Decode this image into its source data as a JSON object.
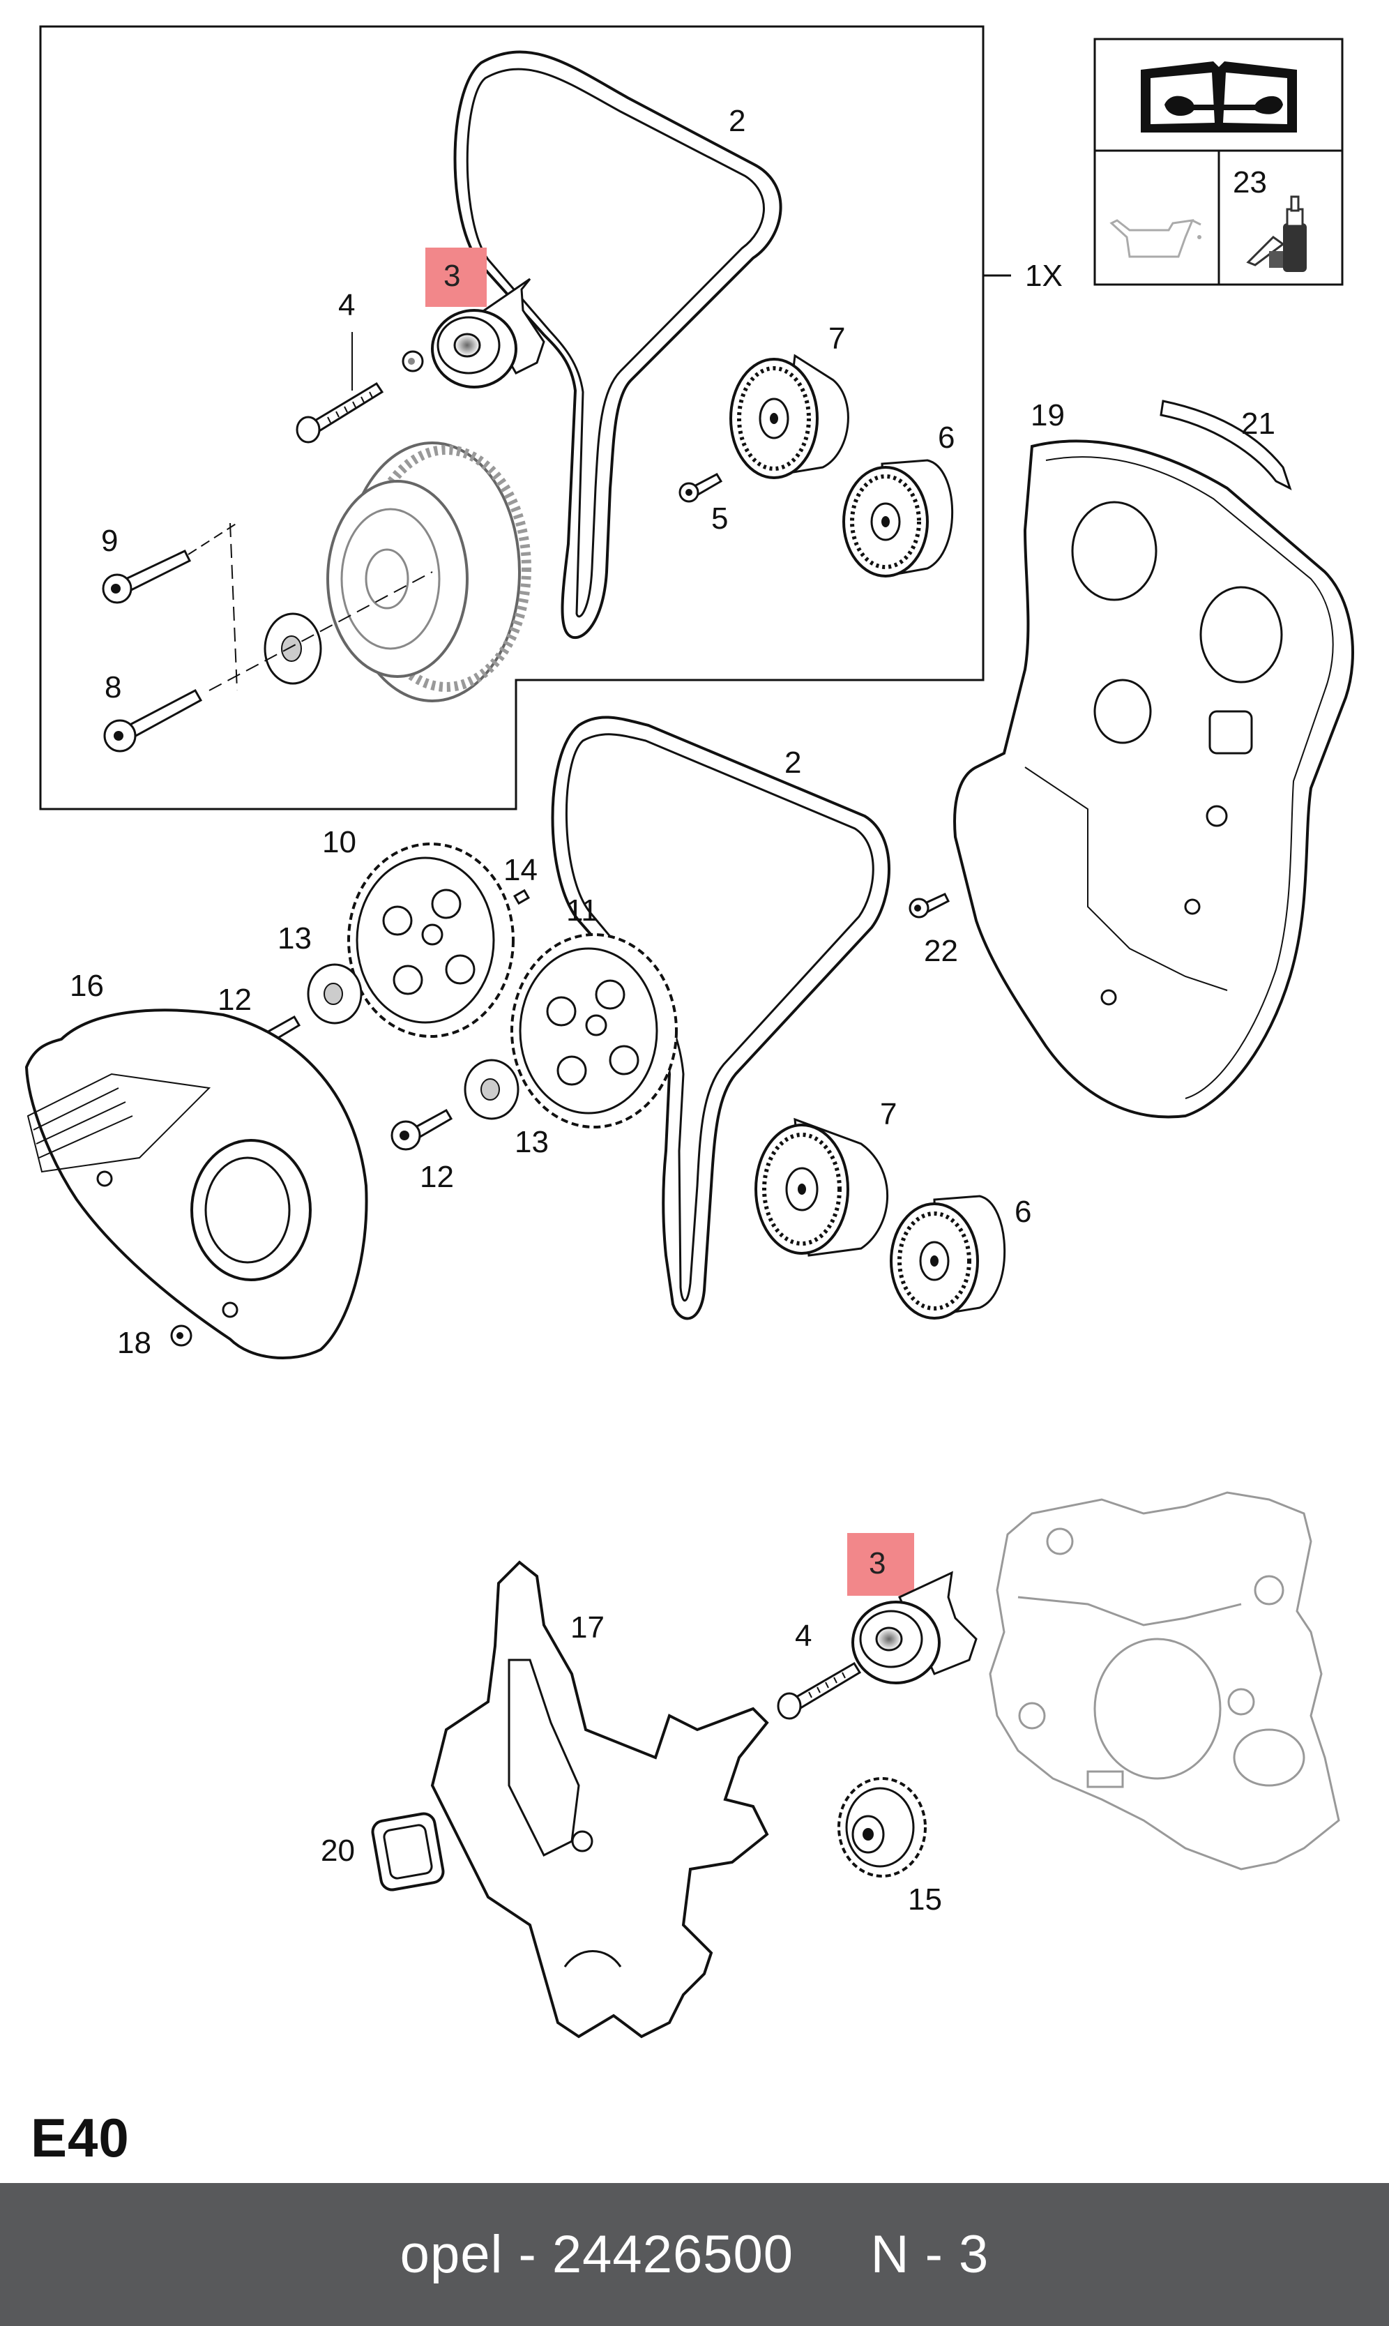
{
  "diagram": {
    "section_code": "E40",
    "kit_quantity": "1X",
    "tool_callout": "23",
    "callouts": {
      "belt_top": "2",
      "tensioner_top": "3",
      "washer_top": "4",
      "bolt_5": "5",
      "idler_6_top": "6",
      "idler_7_top": "7",
      "bolt_8": "8",
      "bolt_9": "9",
      "belt_mid": "2",
      "sprocket_10": "10",
      "sprocket_11": "11",
      "bolt_12_a": "12",
      "bolt_12_b": "12",
      "washer_13_a": "13",
      "washer_13_b": "13",
      "dowel_14": "14",
      "cover_16": "16",
      "bolt_18": "18",
      "cover_19": "19",
      "seal_21": "21",
      "bolt_22": "22",
      "idler_7_mid": "7",
      "idler_6_mid": "6",
      "cover_17": "17",
      "tensioner_bottom": "3",
      "bolt_4_bottom": "4",
      "seal_20": "20",
      "sprocket_15": "15"
    },
    "highlight_color": "#f2878a"
  },
  "footer": {
    "text": "opel - 24426500     N - 3"
  }
}
